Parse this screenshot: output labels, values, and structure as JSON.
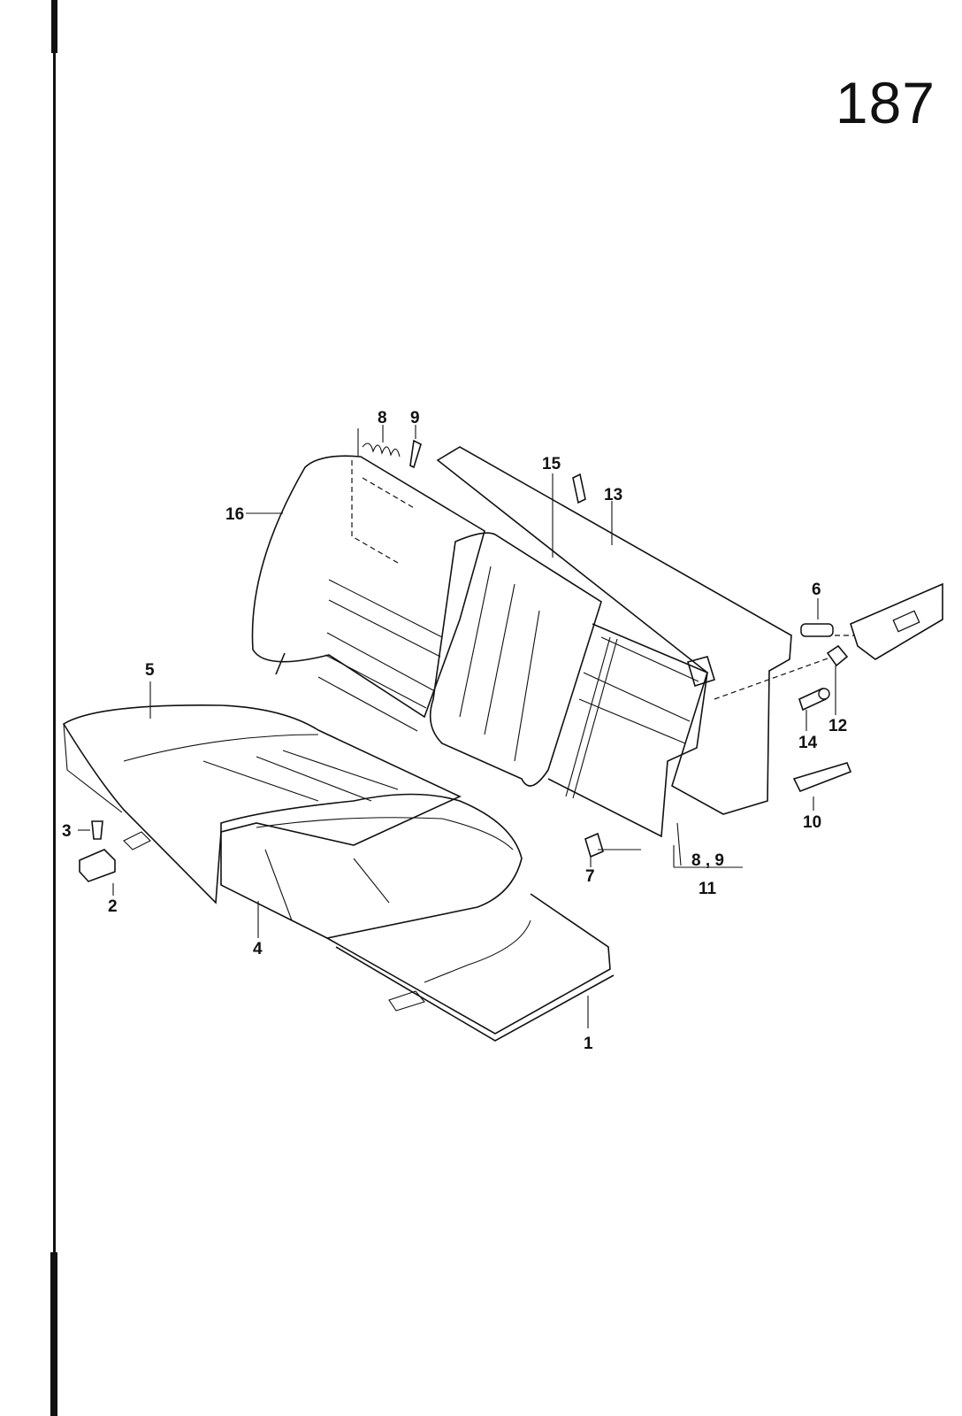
{
  "page": {
    "number": "187"
  },
  "callouts": [
    {
      "id": "1",
      "text": "1"
    },
    {
      "id": "2",
      "text": "2"
    },
    {
      "id": "3",
      "text": "3"
    },
    {
      "id": "4",
      "text": "4"
    },
    {
      "id": "5",
      "text": "5"
    },
    {
      "id": "6",
      "text": "6"
    },
    {
      "id": "7",
      "text": "7"
    },
    {
      "id": "8a",
      "text": "8"
    },
    {
      "id": "9a",
      "text": "9"
    },
    {
      "id": "8b",
      "text": "8 , 9"
    },
    {
      "id": "10",
      "text": "10"
    },
    {
      "id": "11",
      "text": "11"
    },
    {
      "id": "12",
      "text": "12"
    },
    {
      "id": "13",
      "text": "13"
    },
    {
      "id": "14",
      "text": "14"
    },
    {
      "id": "15",
      "text": "15"
    },
    {
      "id": "16",
      "text": "16"
    }
  ],
  "colors": {
    "ink": "#111111",
    "paper": "#ffffff",
    "foam": "#f4f4f0"
  }
}
